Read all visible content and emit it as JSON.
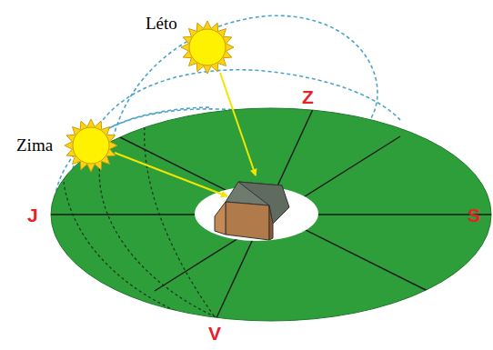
{
  "diagram": {
    "labels": [
      "Léto",
      "Zima",
      "Z",
      "J",
      "S",
      "V"
    ]
  }
}
